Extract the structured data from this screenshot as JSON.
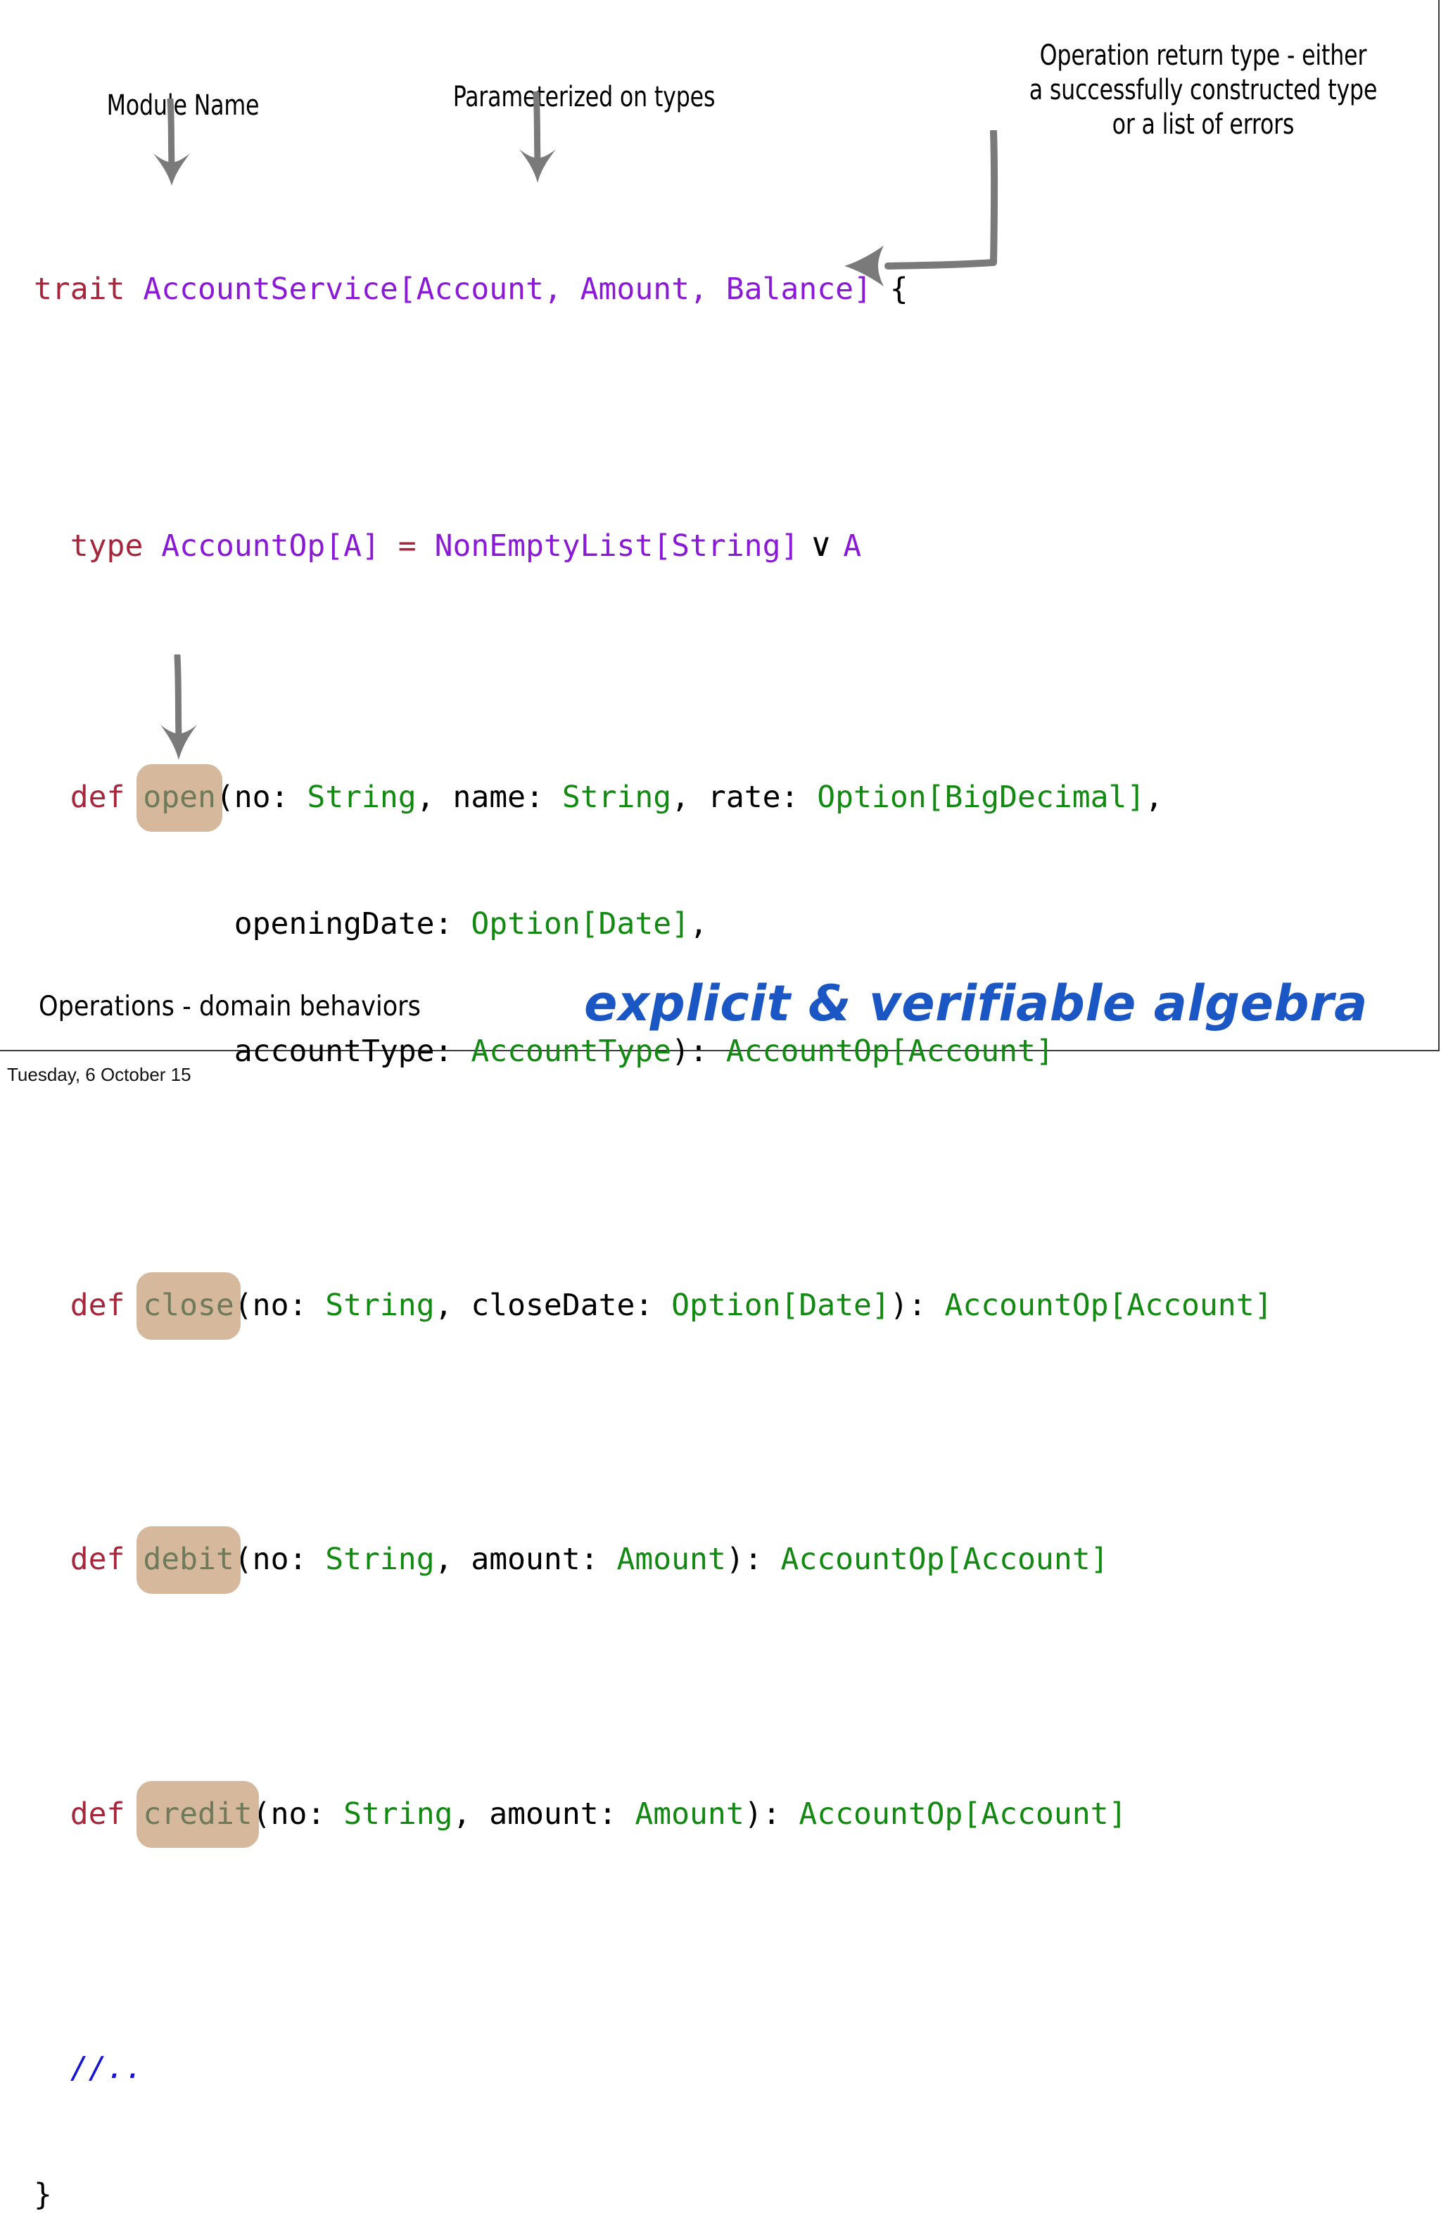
{
  "slide": {
    "background": "#ffffff",
    "border_color": "#3a3a3a"
  },
  "annotations": {
    "module_name": "Module Name",
    "parameterized": "Parameterized on types",
    "return_type": "Operation return type - either\na successfully constructed type\nor a list of errors",
    "operations": "Operations - domain behaviors"
  },
  "tagline": {
    "text": "explicit & verifiable algebra",
    "color": "#1a56c4"
  },
  "footer": {
    "date": "Tuesday, 6 October 15"
  },
  "code": {
    "language": "scala",
    "colors": {
      "keyword": "#a6263c",
      "type_purple": "#8b1ad6",
      "type_green": "#128a12",
      "plain": "#000000",
      "comment": "#1414d2",
      "highlight_bg": "#d6b89c",
      "highlight_fg": "#6f7a5a"
    },
    "lines": {
      "l1_kw": "trait ",
      "l1_name": "AccountService[Account, Amount, Balance]",
      "l1_brace": " {",
      "l2_indent": "  ",
      "l2_kw": "type ",
      "l2_name": "AccountOp[A]",
      "l2_eq": " = ",
      "l2_rhs": "NonEmptyList[String]",
      "l2_or": " \\/ ",
      "l2_a": "A",
      "l3_indent": "  ",
      "l3_kw": "def ",
      "l3_method": "open",
      "l3_p1": "(no: ",
      "l3_t1": "String",
      "l3_p2": ", name: ",
      "l3_t2": "String",
      "l3_p3": ", rate: ",
      "l3_t3": "Option[BigDecimal]",
      "l3_p4": ",",
      "l4_indent": "           ",
      "l4_p1": "openingDate: ",
      "l4_t1": "Option[Date]",
      "l4_p2": ",",
      "l5_indent": "           ",
      "l5_p1": "accountType: ",
      "l5_t1": "AccountType",
      "l5_p2": "): ",
      "l5_t2": "AccountOp[Account]",
      "l6_indent": "  ",
      "l6_kw": "def ",
      "l6_method": "close",
      "l6_p1": "(no: ",
      "l6_t1": "String",
      "l6_p2": ", closeDate: ",
      "l6_t2": "Option[Date]",
      "l6_p3": "): ",
      "l6_t3": "AccountOp[Account]",
      "l7_indent": "  ",
      "l7_kw": "def ",
      "l7_method": "debit",
      "l7_p1": "(no: ",
      "l7_t1": "String",
      "l7_p2": ", amount: ",
      "l7_t2": "Amount",
      "l7_p3": "): ",
      "l7_t3": "AccountOp[Account]",
      "l8_indent": "  ",
      "l8_kw": "def ",
      "l8_method": "credit",
      "l8_p1": "(no: ",
      "l8_t1": "String",
      "l8_p2": ", amount: ",
      "l8_t2": "Amount",
      "l8_p3": "): ",
      "l8_t3": "AccountOp[Account]",
      "l9_indent": "  ",
      "l9_comment": "//..",
      "l10_close": "}"
    }
  },
  "arrows": {
    "color": "#7a7a7a",
    "module_name_arrow": "down-arrow-icon",
    "parameterized_arrow": "down-arrow-icon",
    "return_type_arrow": "elbow-left-arrow-icon",
    "operations_arrow": "down-arrow-icon"
  }
}
